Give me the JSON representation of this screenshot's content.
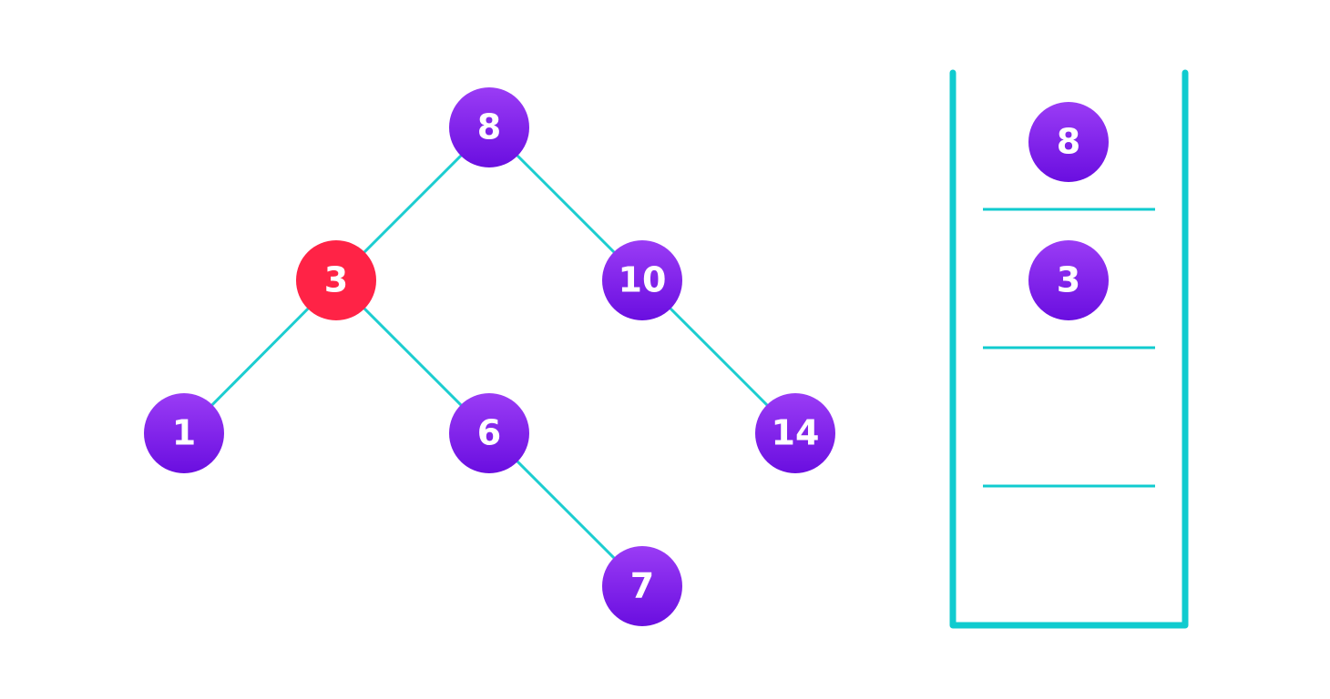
{
  "colors": {
    "node_fill_top": "#9a3cf5",
    "node_fill_bottom": "#6a0ee0",
    "highlight_fill": "#ff2346",
    "edge": "#1ccdd0",
    "stack_outline": "#10cbcf",
    "label": "#ffffff"
  },
  "tree": {
    "nodes": [
      {
        "id": "n8",
        "label": "8",
        "highlighted": false
      },
      {
        "id": "n3",
        "label": "3",
        "highlighted": true
      },
      {
        "id": "n10",
        "label": "10",
        "highlighted": false
      },
      {
        "id": "n1",
        "label": "1",
        "highlighted": false
      },
      {
        "id": "n6",
        "label": "6",
        "highlighted": false
      },
      {
        "id": "n14",
        "label": "14",
        "highlighted": false
      },
      {
        "id": "n7",
        "label": "7",
        "highlighted": false
      }
    ],
    "edges": [
      [
        "n8",
        "n3"
      ],
      [
        "n8",
        "n10"
      ],
      [
        "n3",
        "n1"
      ],
      [
        "n3",
        "n6"
      ],
      [
        "n10",
        "n14"
      ],
      [
        "n6",
        "n7"
      ]
    ]
  },
  "stack": {
    "items": [
      "8",
      "3"
    ],
    "slot_count": 4
  }
}
